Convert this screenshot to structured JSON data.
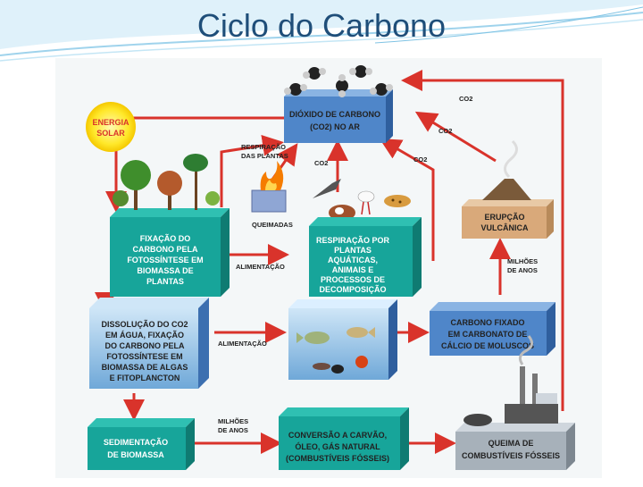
{
  "title": "Ciclo do Carbono",
  "colors": {
    "teal": "#17a59a",
    "teal_dark": "#0f7b72",
    "blue": "#5a8fd0",
    "blue_dark": "#3c6fb0",
    "arrow": "#d9332b",
    "sun": "#ffe82a"
  },
  "diagram": {
    "sun_line1": "ENERGIA",
    "sun_line2": "SOLAR",
    "co2_air": [
      "DIÓXIDO DE CARBONO",
      "(CO2) NO AR"
    ],
    "fixation": [
      "FIXAÇÃO DO",
      "CARBONO PELA",
      "FOTOSSÍNTESE EM",
      "BIOMASSA DE",
      "PLANTAS"
    ],
    "respiration": [
      "RESPIRAÇÃO POR",
      "PLANTAS",
      "AQUÁTICAS,",
      "ANIMAIS E",
      "PROCESSOS DE",
      "DECOMPOSIÇÃO"
    ],
    "volcano": [
      "ERUPÇÃO",
      "VULCÂNICA"
    ],
    "dissolution": [
      "DISSOLUÇÃO DO CO2",
      "EM ÁGUA, FIXAÇÃO",
      "DO CARBONO PELA",
      "FOTOSSÍNTESE EM",
      "BIOMASSA DE ALGAS",
      "E FITOPLANCTON"
    ],
    "carbonate": [
      "CARBONO FIXADO",
      "EM CARBONATO DE",
      "CÁLCIO DE MOLUSCOS"
    ],
    "sedimentation": [
      "SEDIMENTAÇÃO",
      "DE BIOMASSA"
    ],
    "conversion": [
      "CONVERSÃO A CARVÃO,",
      "ÓLEO, GÁS NATURAL",
      "(COMBUSTÍVEIS FÓSSEIS)"
    ],
    "burning_fuels": [
      "QUEIMA DE",
      "COMBUSTÍVEIS FÓSSEIS"
    ],
    "plant_resp": [
      "RESPIRAÇÃO",
      "DAS PLANTAS"
    ],
    "burning": "QUEIMADAS",
    "feeding1": "ALIMENTAÇÃO",
    "feeding2": "ALIMENTAÇÃO",
    "millions1": [
      "MILHÕES",
      "DE ANOS"
    ],
    "millions2": [
      "MILHÕES",
      "DE ANOS"
    ],
    "co2_a": "CO2",
    "co2_b": "CO2",
    "co2_c": "CO2",
    "co2_d": "CO2"
  }
}
